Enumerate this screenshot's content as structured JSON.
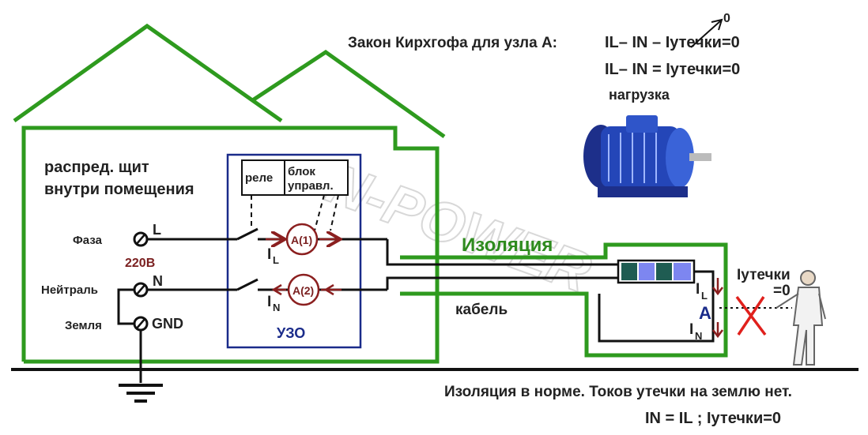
{
  "colors": {
    "house": "#2e9a1e",
    "wire": "#111111",
    "meter": "#8b1f1f",
    "rcd_box": "#1a2b8a",
    "cross": "#e0201c",
    "motor": "#2446b8"
  },
  "kirchhoff": {
    "title": "Закон Кирхгофа для узла А:",
    "eq1": "IL– IN – Iутечки=0",
    "eq2": "IL– IN = Iутечки=0",
    "zero_mark": "0",
    "load_label": "нагрузка"
  },
  "panel": {
    "line1": "распред. щит",
    "line2": "внутри помещения"
  },
  "terminals": {
    "phase_label": "Фаза",
    "phase_letter": "L",
    "voltage": "220В",
    "neutral_label": "Нейтраль",
    "neutral_letter": "N",
    "ground_label": "Земля",
    "ground_letter": "GND"
  },
  "rcd": {
    "relay_label": "реле",
    "control_line1": "блок",
    "control_line2": "управл.",
    "meter1": "A(1)",
    "meter2": "A(2)",
    "current_l": "I",
    "current_l_sub": "L",
    "current_n": "I",
    "current_n_sub": "N",
    "name": "УЗО"
  },
  "cable": {
    "insulation_label": "Изоляция",
    "cable_label": "кабель"
  },
  "node": {
    "il": "I",
    "il_sub": "L",
    "node_name": "A",
    "in": "I",
    "in_sub": "N",
    "leak_label": "Iутечки",
    "leak_value": "=0"
  },
  "watermark": "N-POWER",
  "footer": {
    "summary": "Изоляция в норме. Токов утечки на землю нет.",
    "formula": "IN = IL ;   Iутечки=0"
  }
}
